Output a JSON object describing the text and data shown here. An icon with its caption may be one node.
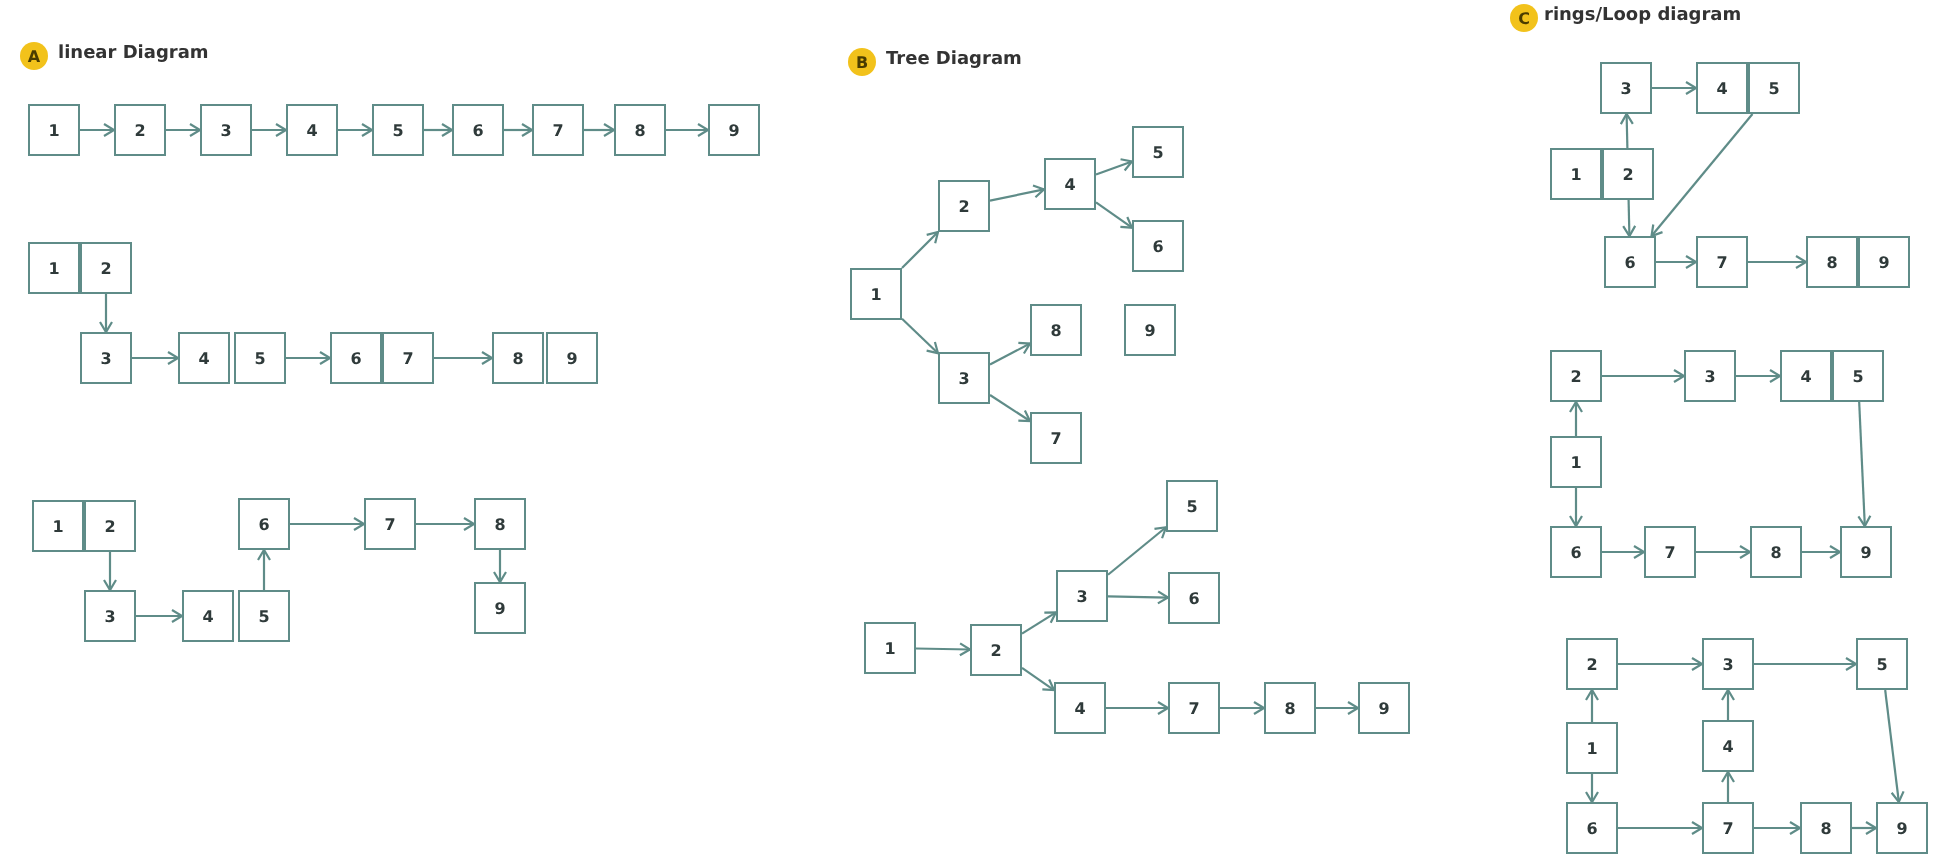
{
  "diagram": {
    "nodes": [
      {
        "text": [
          "1"
        ]
      },
      {
        "text": [
          "2"
        ]
      },
      {
        "text": [
          "3"
        ]
      },
      {
        "text": [
          "4"
        ]
      },
      {
        "text": [
          "5"
        ]
      },
      {
        "text": [
          "6"
        ]
      },
      {
        "text": [
          "7"
        ]
      },
      {
        "text": [
          "8"
        ]
      },
      {
        "text": [
          "9"
        ]
      },
      {
        "text": [
          "1"
        ]
      },
      {
        "text": [
          "2"
        ]
      },
      {
        "text": [
          "3"
        ]
      },
      {
        "text": [
          "4"
        ]
      },
      {
        "text": [
          "5"
        ]
      },
      {
        "text": [
          "6"
        ]
      },
      {
        "text": [
          "7"
        ]
      },
      {
        "text": [
          "8"
        ]
      },
      {
        "text": [
          "9"
        ]
      },
      {
        "text": [
          "1"
        ]
      },
      {
        "text": [
          "2"
        ]
      },
      {
        "text": [
          "3"
        ]
      },
      {
        "text": [
          "4"
        ]
      },
      {
        "text": [
          "5"
        ]
      },
      {
        "text": [
          "6"
        ]
      },
      {
        "text": [
          "7"
        ]
      },
      {
        "text": [
          "8"
        ]
      },
      {
        "text": [
          "9"
        ]
      },
      {
        "text": [
          "1"
        ]
      },
      {
        "text": [
          "2"
        ]
      },
      {
        "text": [
          "3"
        ]
      },
      {
        "text": [
          "4"
        ]
      },
      {
        "text": [
          "5"
        ]
      },
      {
        "text": [
          "6"
        ]
      },
      {
        "text": [
          "7"
        ]
      },
      {
        "text": [
          "8"
        ]
      },
      {
        "text": [
          "9"
        ]
      },
      {
        "text": [
          "1"
        ]
      },
      {
        "text": [
          "2"
        ]
      },
      {
        "text": [
          "3"
        ]
      },
      {
        "text": [
          "4"
        ]
      },
      {
        "text": [
          "5"
        ]
      },
      {
        "text": [
          "6"
        ]
      },
      {
        "text": [
          "7"
        ]
      },
      {
        "text": [
          "8"
        ]
      },
      {
        "text": [
          "9"
        ]
      },
      {
        "text": [
          "1"
        ]
      },
      {
        "text": [
          "2"
        ]
      },
      {
        "text": [
          "3"
        ]
      },
      {
        "text": [
          "4"
        ]
      },
      {
        "text": [
          "5"
        ]
      },
      {
        "text": [
          "6"
        ]
      },
      {
        "text": [
          "7"
        ]
      },
      {
        "text": [
          "8"
        ]
      },
      {
        "text": [
          "9"
        ]
      },
      {
        "text": [
          "1"
        ]
      },
      {
        "text": [
          "2"
        ]
      },
      {
        "text": [
          "3"
        ]
      },
      {
        "text": [
          "4"
        ]
      },
      {
        "text": [
          "5"
        ]
      },
      {
        "text": [
          "6"
        ]
      },
      {
        "text": [
          "7"
        ]
      },
      {
        "text": [
          "8"
        ]
      },
      {
        "text": [
          "9"
        ]
      },
      {
        "text": [
          "1"
        ]
      },
      {
        "text": [
          "2"
        ]
      },
      {
        "text": [
          "3"
        ]
      },
      {
        "text": [
          "4"
        ]
      },
      {
        "text": [
          "5"
        ]
      },
      {
        "text": [
          "6"
        ]
      },
      {
        "text": [
          "7"
        ]
      },
      {
        "text": [
          "8"
        ]
      },
      {
        "text": [
          "9"
        ]
      }
    ],
    "edges": [
      {
        "from": 0,
        "to": 1,
        "arrow": "to"
      },
      {
        "from": 1,
        "to": 2,
        "arrow": "to"
      },
      {
        "from": 2,
        "to": 3,
        "arrow": "to"
      },
      {
        "from": 3,
        "to": 4,
        "arrow": "to"
      },
      {
        "from": 4,
        "to": 5,
        "arrow": "to"
      },
      {
        "from": 5,
        "to": 6,
        "arrow": "to"
      },
      {
        "from": 6,
        "to": 7,
        "arrow": "to"
      },
      {
        "from": 7,
        "to": 8,
        "arrow": "to"
      },
      {
        "from": 10,
        "to": 11,
        "arrow": "to"
      },
      {
        "from": 11,
        "to": 12,
        "arrow": "to"
      },
      {
        "from": 13,
        "to": 14,
        "arrow": "to"
      },
      {
        "from": 15,
        "to": 16,
        "arrow": "to"
      },
      {
        "from": 19,
        "to": 20,
        "arrow": "to"
      },
      {
        "from": 20,
        "to": 21,
        "arrow": "to"
      },
      {
        "from": 22,
        "to": 23,
        "arrow": "to"
      },
      {
        "from": 23,
        "to": 24,
        "arrow": "to"
      },
      {
        "from": 24,
        "to": 25,
        "arrow": "to"
      },
      {
        "from": 25,
        "to": 26,
        "arrow": "to"
      },
      {
        "from": 27,
        "to": 28,
        "arrow": "to"
      },
      {
        "from": 28,
        "to": 30,
        "arrow": "to"
      },
      {
        "from": 30,
        "to": 31,
        "arrow": "to"
      },
      {
        "from": 30,
        "to": 32,
        "arrow": "to"
      },
      {
        "from": 27,
        "to": 29,
        "arrow": "to"
      },
      {
        "from": 29,
        "to": 34,
        "arrow": "to"
      },
      {
        "from": 29,
        "to": 33,
        "arrow": "to"
      },
      {
        "from": 36,
        "to": 37,
        "arrow": "to"
      },
      {
        "from": 37,
        "to": 38,
        "arrow": "to"
      },
      {
        "from": 38,
        "to": 40,
        "arrow": "to"
      },
      {
        "from": 38,
        "to": 41,
        "arrow": "to"
      },
      {
        "from": 37,
        "to": 39,
        "arrow": "to"
      },
      {
        "from": 39,
        "to": 42,
        "arrow": "to"
      },
      {
        "from": 42,
        "to": 43,
        "arrow": "to"
      },
      {
        "from": 43,
        "to": 44,
        "arrow": "to"
      },
      {
        "from": 46,
        "to": 47,
        "arrow": "to"
      },
      {
        "from": 47,
        "to": 48,
        "arrow": "to"
      },
      {
        "from": 46,
        "to": 50,
        "arrow": "to"
      },
      {
        "from": 49,
        "to": 50,
        "arrow": "to"
      },
      {
        "from": 50,
        "to": 51,
        "arrow": "to"
      },
      {
        "from": 51,
        "to": 52,
        "arrow": "to"
      },
      {
        "from": 54,
        "to": 55,
        "arrow": "to"
      },
      {
        "from": 54,
        "to": 59,
        "arrow": "to"
      },
      {
        "from": 55,
        "to": 56,
        "arrow": "to"
      },
      {
        "from": 56,
        "to": 57,
        "arrow": "to"
      },
      {
        "from": 58,
        "to": 62,
        "arrow": "to"
      },
      {
        "from": 59,
        "to": 60,
        "arrow": "to"
      },
      {
        "from": 60,
        "to": 61,
        "arrow": "to"
      },
      {
        "from": 61,
        "to": 62,
        "arrow": "to"
      },
      {
        "from": 63,
        "to": 64,
        "arrow": "to"
      },
      {
        "from": 63,
        "to": 68,
        "arrow": "to"
      },
      {
        "from": 64,
        "to": 65,
        "arrow": "to"
      },
      {
        "from": 65,
        "to": 67,
        "arrow": "to"
      },
      {
        "from": 69,
        "to": 66,
        "arrow": "to"
      },
      {
        "from": 66,
        "to": 65,
        "arrow": "to"
      },
      {
        "from": 67,
        "to": 71,
        "arrow": "to"
      },
      {
        "from": 68,
        "to": 69,
        "arrow": "to"
      },
      {
        "from": 69,
        "to": 70,
        "arrow": "to"
      },
      {
        "from": 70,
        "to": 71,
        "arrow": "to"
      }
    ],
    "labels": [
      "A",
      "linear Diagram",
      "B",
      "Tree Diagram",
      "C",
      "rings/Loop diagram"
    ]
  }
}
